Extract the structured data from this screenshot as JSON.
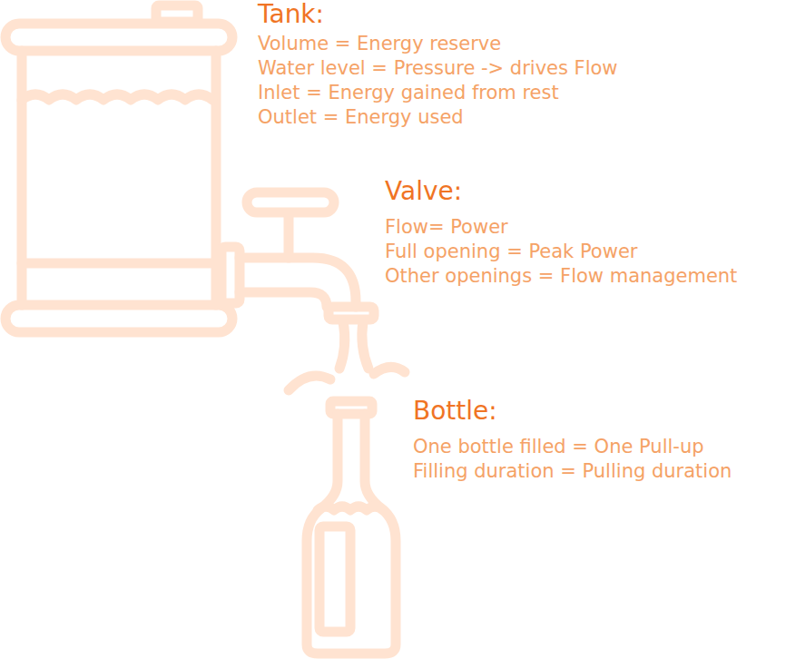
{
  "diagram": {
    "labels": [
      "Tank:",
      "Volume = Energy reserve",
      "Water level = Pressure -> drives Flow",
      "Inlet = Energy gained from rest",
      "Outlet = Energy used",
      "Valve:",
      "Flow= Power",
      "Full opening = Peak Power",
      "Other openings = Flow management",
      "Bottle:",
      "One bottle filled = One Pull-up",
      "Filling duration = Pulling duration"
    ]
  }
}
